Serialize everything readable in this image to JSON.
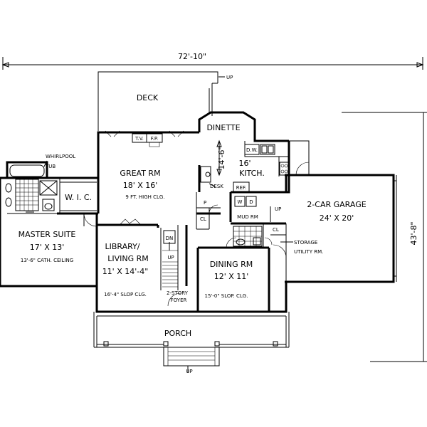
{
  "dimensions": {
    "overall_width": "72'-10\"",
    "overall_depth": "43'-8\""
  },
  "rooms": {
    "deck": "DECK",
    "dinette": "DINETTE",
    "great_room": "GREAT RM",
    "great_room_size": "18' X 16'",
    "great_room_note": "9 FT. HIGH CLG.",
    "kitchen_width": "16'",
    "kitchen_depth": "14'-6\"",
    "kitchen": "KITCH.",
    "desk": "DESK",
    "master_suite": "MASTER SUITE",
    "master_suite_size": "17' X 13'",
    "master_suite_note": "13'-6\" CATH. CEILING",
    "whirlpool": "WHIRLPOOL",
    "whirlpool_tub": "TUB",
    "wic": "W. I. C.",
    "library": "LIBRARY/",
    "living": "LIVING RM",
    "library_size": "11' X 14'-4\"",
    "library_note": "16'-4\" SLOP CLG.",
    "dining": "DINING RM",
    "dining_size": "12' X 11'",
    "dining_note": "15'-0\" SLOP. CLG.",
    "foyer_line1": "2-STORY",
    "foyer_line2": "FOYER",
    "garage": "2-CAR GARAGE",
    "garage_size": "24' X 20'",
    "storage": "STORAGE",
    "utility": "UTILITY RM.",
    "porch": "PORCH",
    "mud_room": "MUD RM"
  },
  "fixtures": {
    "tv": "T.V.",
    "fp": "F.P.",
    "dw": "D.W.",
    "ref": "REF.",
    "washer": "W",
    "dryer": "D",
    "pantry": "P",
    "closet": "CL",
    "stair_down": "DN",
    "stair_up": "UP",
    "up_deck": "UP",
    "up_porch": "UP",
    "up_mud": "UP"
  }
}
